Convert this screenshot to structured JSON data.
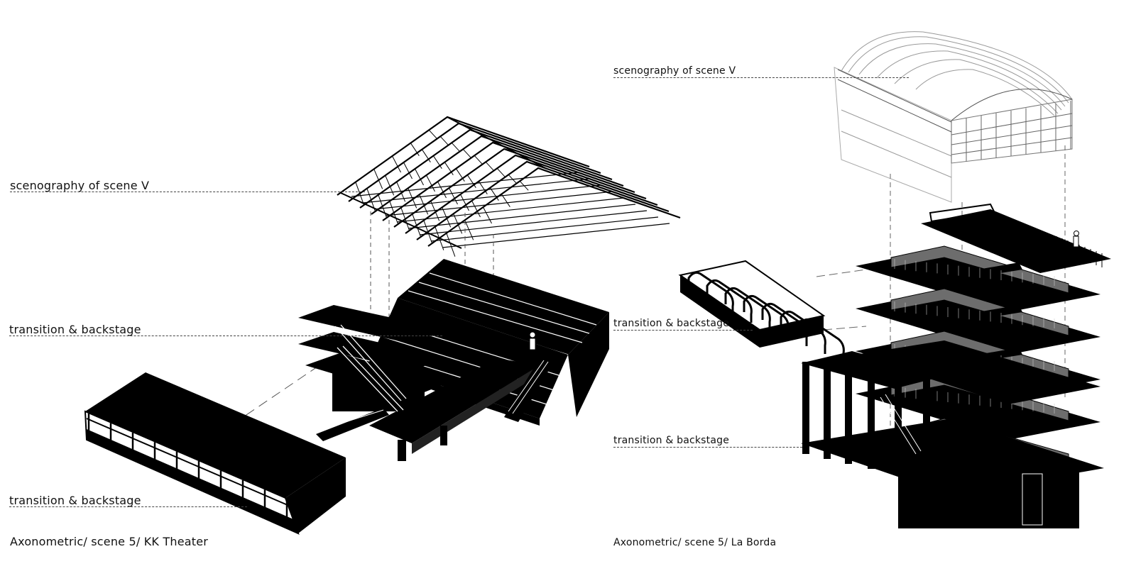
{
  "left_panel": {
    "labels": {
      "scenography": "scenography of scene V",
      "transition_upper": "transition & backstage",
      "transition_lower": "transition & backstage"
    },
    "caption": "Axonometric/ scene 5/ KK Theater"
  },
  "right_panel": {
    "labels": {
      "scenography": "scenography of scene V",
      "transition_upper": "transition & backstage",
      "transition_lower": "transition & backstage"
    },
    "caption": "Axonometric/ scene 5/ La Borda"
  },
  "colors": {
    "ink": "#000000",
    "paper": "#ffffff",
    "leader": "#444444",
    "ghost": "#9a9a9a"
  }
}
